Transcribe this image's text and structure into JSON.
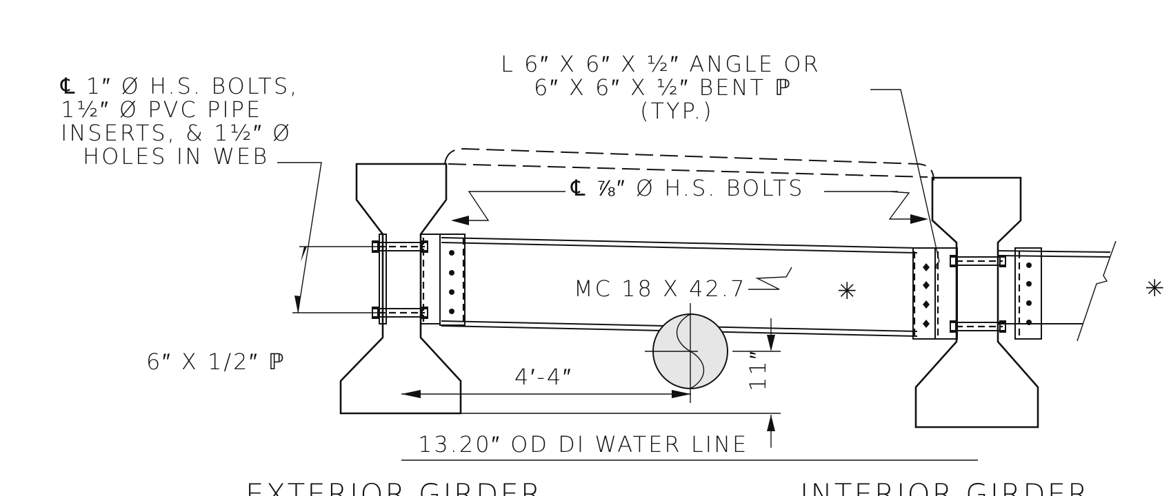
{
  "labels": {
    "bolts_1in": [
      "℄ 1″ Ø H.S. BOLTS,",
      "1½″ Ø PVC PIPE",
      "INSERTS, & 1½″ Ø",
      "HOLES IN WEB"
    ],
    "angle": [
      "L 6″ X 6″ X ½″ ANGLE OR",
      "6″ X 6″ X ½″ BENT ℙ",
      "(TYP.)"
    ],
    "bolts_78": "℄ ⅞″ Ø H.S. BOLTS",
    "channel": "MC 18 X 42.7",
    "asterisk_mid": "✳",
    "asterisk_right": "✳",
    "plate": "6″ X 1/2″ ℙ",
    "dim_44": "4′-4″",
    "dim_11": "11″",
    "water_line": "13.20″ OD DI WATER LINE",
    "exterior": "EXTERIOR GIRDER",
    "interior": "INTERIOR GIRDER"
  }
}
